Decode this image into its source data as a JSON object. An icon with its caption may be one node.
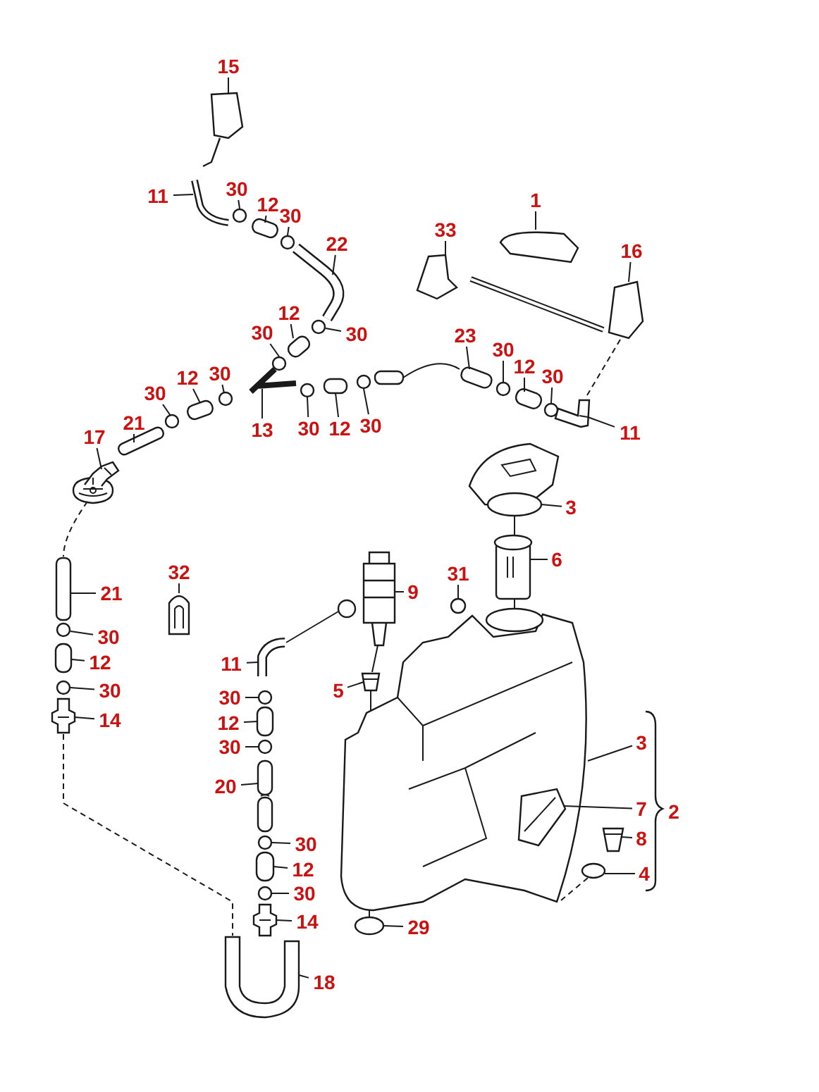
{
  "diagram": {
    "nodes": [
      {
        "text": [
          "15"
        ]
      },
      {
        "text": [
          "1"
        ]
      },
      {
        "text": [
          "11"
        ]
      },
      {
        "text": [
          "30"
        ]
      },
      {
        "text": [
          "12"
        ]
      },
      {
        "text": [
          "30"
        ]
      },
      {
        "text": [
          "33"
        ]
      },
      {
        "text": [
          "22"
        ]
      },
      {
        "text": [
          "16"
        ]
      },
      {
        "text": [
          "12"
        ]
      },
      {
        "text": [
          "30"
        ]
      },
      {
        "text": [
          "30"
        ]
      },
      {
        "text": [
          "23"
        ]
      },
      {
        "text": [
          "30"
        ]
      },
      {
        "text": [
          "12"
        ]
      },
      {
        "text": [
          "30"
        ]
      },
      {
        "text": [
          "30"
        ]
      },
      {
        "text": [
          "12"
        ]
      },
      {
        "text": [
          "30"
        ]
      },
      {
        "text": [
          "21"
        ]
      },
      {
        "text": [
          "30"
        ]
      },
      {
        "text": [
          "12"
        ]
      },
      {
        "text": [
          "30"
        ]
      },
      {
        "text": [
          "13"
        ]
      },
      {
        "text": [
          "11"
        ]
      },
      {
        "text": [
          "17"
        ]
      },
      {
        "text": [
          "3"
        ]
      },
      {
        "text": [
          "6"
        ]
      },
      {
        "text": [
          "32"
        ]
      },
      {
        "text": [
          "31"
        ]
      },
      {
        "text": [
          "9"
        ]
      },
      {
        "text": [
          "21"
        ]
      },
      {
        "text": [
          "30"
        ]
      },
      {
        "text": [
          "11"
        ]
      },
      {
        "text": [
          "12"
        ]
      },
      {
        "text": [
          "30"
        ]
      },
      {
        "text": [
          "5"
        ]
      },
      {
        "text": [
          "30"
        ]
      },
      {
        "text": [
          "14"
        ]
      },
      {
        "text": [
          "12"
        ]
      },
      {
        "text": [
          "3"
        ]
      },
      {
        "text": [
          "30"
        ]
      },
      {
        "text": [
          "20"
        ]
      },
      {
        "text": [
          "7"
        ]
      },
      {
        "text": [
          "8"
        ]
      },
      {
        "text": [
          "30"
        ]
      },
      {
        "text": [
          "12"
        ]
      },
      {
        "text": [
          "4"
        ]
      },
      {
        "text": [
          "30"
        ]
      },
      {
        "text": [
          "14"
        ]
      },
      {
        "text": [
          "29"
        ]
      },
      {
        "text": [
          "18"
        ]
      },
      {
        "text": [],
        "shape": "picture"
      },
      {
        "text": [],
        "shape": "picture"
      },
      {
        "text": [],
        "shape": "picture"
      },
      {
        "text": [],
        "shape": "circle"
      },
      {
        "text": [],
        "shape": "box"
      },
      {
        "text": [],
        "shape": "circle"
      },
      {
        "text": [],
        "shape": "picture"
      },
      {
        "text": [],
        "shape": "picture"
      },
      {
        "text": [],
        "shape": "picture"
      },
      {
        "text": [],
        "shape": "box"
      },
      {
        "text": [],
        "shape": "circle"
      },
      {
        "text": [],
        "shape": "circle"
      },
      {
        "text": [],
        "shape": "picture"
      },
      {
        "text": [],
        "shape": "circle"
      },
      {
        "text": [],
        "shape": "box"
      },
      {
        "text": [],
        "shape": "circle"
      },
      {
        "text": [],
        "shape": "circle"
      },
      {
        "text": [],
        "shape": "box"
      },
      {
        "text": [],
        "shape": "circle"
      },
      {
        "text": [],
        "shape": "box"
      },
      {
        "text": [],
        "shape": "circle"
      },
      {
        "text": [],
        "shape": "box"
      },
      {
        "text": [],
        "shape": "circle"
      },
      {
        "text": [],
        "shape": "picture"
      },
      {
        "text": [],
        "shape": "picture"
      },
      {
        "text": [],
        "shape": "picture"
      },
      {
        "text": [],
        "shape": "picture"
      },
      {
        "text": [],
        "shape": "picture"
      },
      {
        "text": [],
        "shape": "picture"
      },
      {
        "text": [],
        "shape": "circle"
      },
      {
        "text": [],
        "shape": "picture"
      },
      {
        "text": [],
        "shape": "box"
      },
      {
        "text": [],
        "shape": "circle"
      },
      {
        "text": [],
        "shape": "picture"
      },
      {
        "text": [],
        "shape": "box"
      },
      {
        "text": [],
        "shape": "circle"
      },
      {
        "text": [],
        "shape": "picture"
      },
      {
        "text": [],
        "shape": "circle"
      },
      {
        "text": [],
        "shape": "picture"
      },
      {
        "text": [],
        "shape": "box"
      },
      {
        "text": [],
        "shape": "picture"
      },
      {
        "text": [],
        "shape": "circle"
      },
      {
        "text": [],
        "shape": "picture"
      },
      {
        "text": [],
        "shape": "picture",
        "in": 92
      },
      {
        "text": [],
        "shape": "picture"
      },
      {
        "text": [],
        "shape": "circle"
      },
      {
        "text": [],
        "shape": "box"
      },
      {
        "text": [],
        "shape": "circle"
      },
      {
        "text": [],
        "shape": "circle"
      },
      {
        "text": [],
        "shape": "picture"
      },
      {
        "text": [],
        "shape": "circle"
      },
      {
        "text": [],
        "shape": "picture"
      }
    ],
    "edges": [
      {
        "from": 0,
        "to": 52,
        "arrow": "none"
      },
      {
        "from": 1,
        "to": 53,
        "arrow": "none"
      },
      {
        "from": 2,
        "to": 54,
        "arrow": "none"
      },
      {
        "from": 3,
        "to": 55,
        "arrow": "none"
      },
      {
        "from": 4,
        "to": 56,
        "arrow": "none"
      },
      {
        "from": 5,
        "to": 57,
        "arrow": "none"
      },
      {
        "from": 6,
        "to": 58,
        "arrow": "none"
      },
      {
        "from": 7,
        "to": 59,
        "arrow": "none"
      },
      {
        "from": 8,
        "to": 60,
        "arrow": "none"
      },
      {
        "from": 9,
        "to": 61,
        "arrow": "none"
      },
      {
        "from": 10,
        "to": 62,
        "arrow": "none"
      },
      {
        "from": 11,
        "to": 63,
        "arrow": "none"
      },
      {
        "from": 12,
        "to": 64,
        "arrow": "none"
      },
      {
        "from": 13,
        "to": 65,
        "arrow": "none"
      },
      {
        "from": 14,
        "to": 66,
        "arrow": "none"
      },
      {
        "from": 15,
        "to": 67,
        "arrow": "none"
      },
      {
        "from": 16,
        "to": 68,
        "arrow": "none"
      },
      {
        "from": 17,
        "to": 69,
        "arrow": "none"
      },
      {
        "from": 18,
        "to": 70,
        "arrow": "none"
      },
      {
        "from": 19,
        "to": 71,
        "arrow": "none"
      },
      {
        "from": 20,
        "to": 72,
        "arrow": "none"
      },
      {
        "from": 21,
        "to": 73,
        "arrow": "none"
      },
      {
        "from": 22,
        "to": 74,
        "arrow": "none"
      },
      {
        "from": 23,
        "to": 75,
        "arrow": "none"
      },
      {
        "from": 24,
        "to": 76,
        "arrow": "none"
      },
      {
        "from": 25,
        "to": 77,
        "arrow": "none"
      },
      {
        "from": 26,
        "to": 78,
        "arrow": "none"
      },
      {
        "from": 27,
        "to": 79,
        "arrow": "none"
      },
      {
        "from": 28,
        "to": 80,
        "arrow": "none"
      },
      {
        "from": 29,
        "to": 81,
        "arrow": "none"
      },
      {
        "from": 30,
        "to": 82,
        "arrow": "none"
      },
      {
        "from": 31,
        "to": 83,
        "arrow": "none"
      },
      {
        "from": 32,
        "to": 84,
        "arrow": "none"
      },
      {
        "from": 33,
        "to": 85,
        "arrow": "none"
      },
      {
        "from": 34,
        "to": 86,
        "arrow": "none"
      },
      {
        "from": 35,
        "to": 87,
        "arrow": "none"
      },
      {
        "from": 36,
        "to": 88,
        "arrow": "none"
      },
      {
        "from": 37,
        "to": 89,
        "arrow": "none"
      },
      {
        "from": 38,
        "to": 90,
        "arrow": "none"
      },
      {
        "from": 39,
        "to": 91,
        "arrow": "none"
      },
      {
        "from": 40,
        "to": 92,
        "arrow": "none"
      },
      {
        "from": 41,
        "to": 93,
        "arrow": "none"
      },
      {
        "from": 42,
        "to": 94,
        "arrow": "none"
      },
      {
        "from": 43,
        "to": 95,
        "arrow": "none"
      },
      {
        "from": 44,
        "to": 96,
        "arrow": "none"
      },
      {
        "from": 45,
        "to": 97,
        "arrow": "none"
      },
      {
        "from": 46,
        "to": 98,
        "arrow": "none"
      },
      {
        "from": 47,
        "to": 99,
        "arrow": "none"
      },
      {
        "from": 48,
        "to": 100,
        "arrow": "none"
      },
      {
        "from": 49,
        "to": 101,
        "arrow": "none"
      },
      {
        "from": 50,
        "to": 102,
        "arrow": "none"
      },
      {
        "from": 51,
        "to": 103,
        "arrow": "none"
      },
      {
        "from": 60,
        "to": 76,
        "arrow": "none",
        "style": "dashed"
      },
      {
        "from": 77,
        "to": 83,
        "arrow": "none",
        "style": "dashed"
      },
      {
        "from": 82,
        "to": 85,
        "arrow": "none"
      },
      {
        "from": 82,
        "to": 88,
        "arrow": "none"
      },
      {
        "from": 88,
        "to": 92,
        "arrow": "none"
      },
      {
        "from": 78,
        "to": 79,
        "arrow": "none"
      },
      {
        "from": 79,
        "to": 92,
        "arrow": "none"
      },
      {
        "from": 92,
        "to": 102,
        "arrow": "none"
      },
      {
        "from": 99,
        "to": 92,
        "arrow": "none",
        "style": "dashed"
      },
      {
        "from": 90,
        "to": 103,
        "arrow": "none",
        "style": "dashed"
      }
    ],
    "labels": [
      "2"
    ]
  }
}
